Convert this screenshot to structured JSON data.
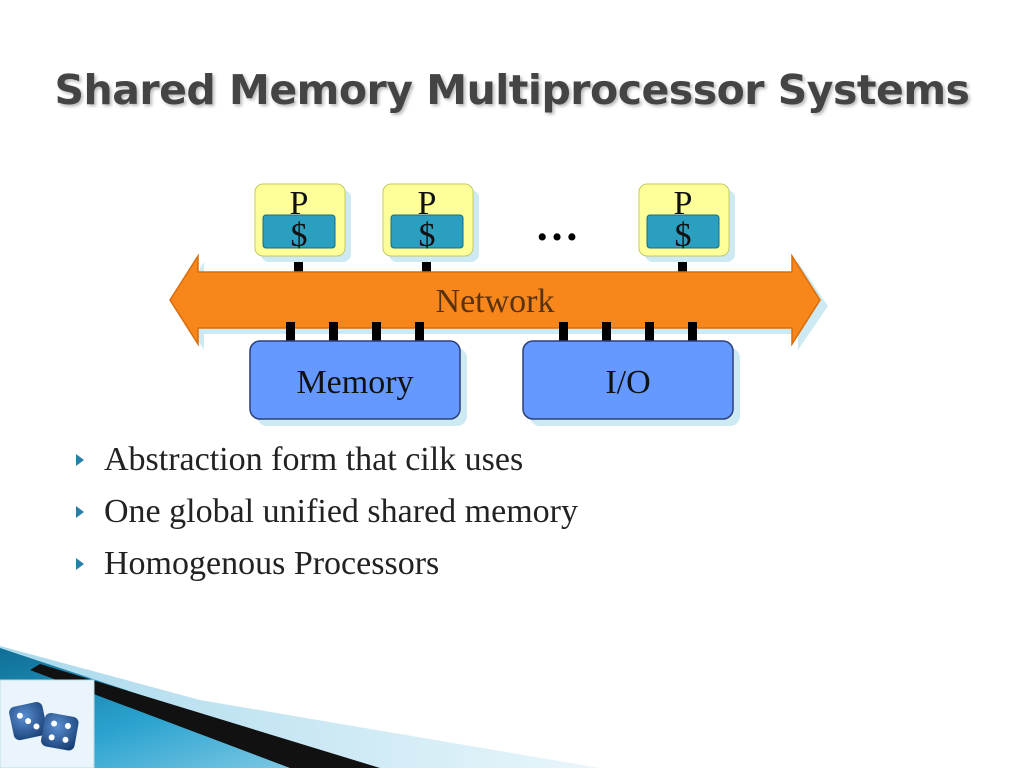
{
  "slide": {
    "title": "Shared Memory Multiprocessor Systems"
  },
  "diagram": {
    "processors": [
      {
        "cpu_label": "P",
        "cache_label": "$"
      },
      {
        "cpu_label": "P",
        "cache_label": "$"
      },
      {
        "cpu_label": "P",
        "cache_label": "$"
      }
    ],
    "ellipsis": "…",
    "network_label": "Network",
    "memory_label": "Memory",
    "io_label": "I/O",
    "colors": {
      "processor_fill": "#ffff99",
      "cache_fill": "#2a9fbf",
      "network_fill": "#f7861b",
      "block_fill": "#6699ff",
      "connector": "#000000"
    }
  },
  "bullets": [
    "Abstraction form that cilk uses",
    "One global unified shared memory",
    "Homogenous Processors"
  ],
  "footer": {
    "logo_icon": "dice-icon",
    "accent_color": "#1a8cb8"
  }
}
